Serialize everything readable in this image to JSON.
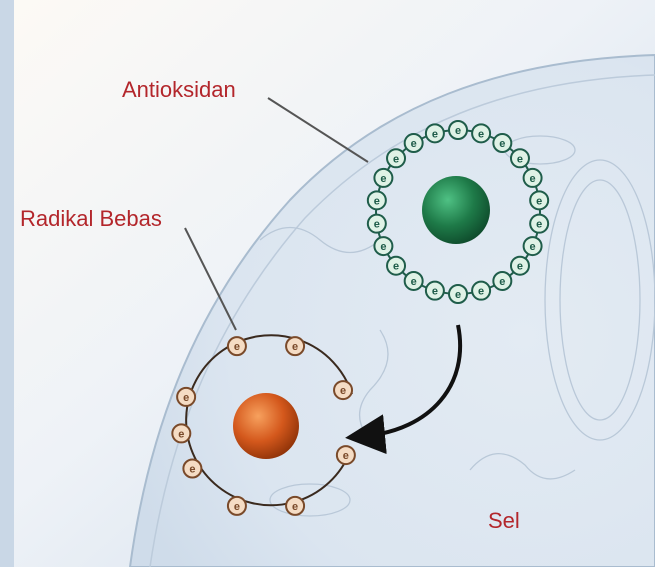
{
  "labels": {
    "antioxidant": "Antioksidan",
    "free_radical": "Radikal Bebas",
    "cell": "Sel"
  },
  "particles": {
    "electron_symbol": "e",
    "antioxidant_electron_count": 22,
    "free_radical_electron_count": 9
  },
  "colors": {
    "label_text": "#b3262b",
    "antioxidant_nucleus": "#1e7a48",
    "antioxidant_electron_fill": "#dff2e6",
    "antioxidant_electron_stroke": "#1f5d4a",
    "free_radical_nucleus": "#d4581c",
    "free_radical_electron_fill": "#f5dcc4",
    "free_radical_electron_stroke": "#7a4a2a",
    "arrow": "#111111",
    "background_cell": "#dde6f1"
  }
}
